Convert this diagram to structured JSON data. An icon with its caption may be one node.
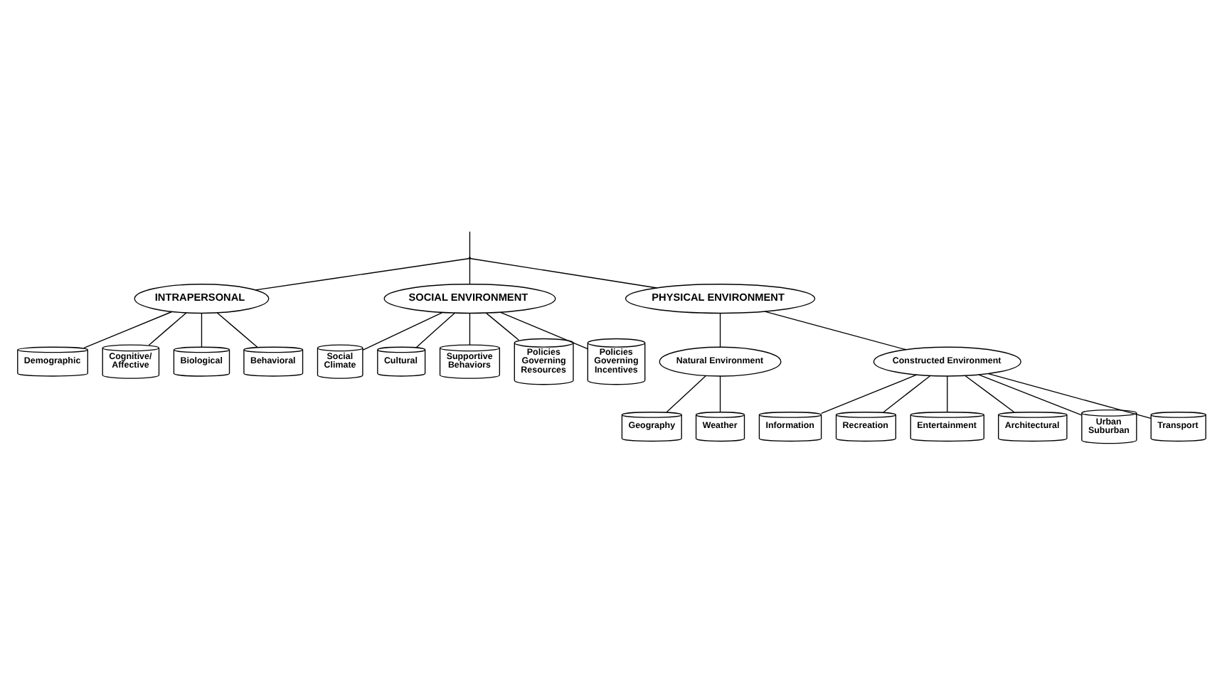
{
  "diagram": {
    "nodes": [
      {
        "text": [
          "INTRAPERSONAL"
        ]
      },
      {
        "text": [
          "SOCIAL ENVIRONMENT"
        ]
      },
      {
        "text": [
          "PHYSICAL ENVIRONMENT"
        ]
      },
      {
        "text": [
          "Demographic"
        ]
      },
      {
        "text": [
          "Cognitive/ Affective"
        ]
      },
      {
        "text": [
          "Biological"
        ]
      },
      {
        "text": [
          "Behavioral"
        ]
      },
      {
        "text": [
          "Social Climate"
        ]
      },
      {
        "text": [
          "Cultural"
        ]
      },
      {
        "text": [
          "Supportive Behaviors"
        ]
      },
      {
        "text": [
          "Policies Governing Resources"
        ]
      },
      {
        "text": [
          "Policies Governing Incentives"
        ]
      },
      {
        "text": [
          "Natural Environment"
        ]
      },
      {
        "text": [
          "Constructed Environment"
        ]
      },
      {
        "text": [
          "Geography"
        ]
      },
      {
        "text": [
          "Weather"
        ]
      },
      {
        "text": [
          "Information"
        ]
      },
      {
        "text": [
          "Recreation"
        ]
      },
      {
        "text": [
          "Entertainment"
        ]
      },
      {
        "text": [
          "Architectural"
        ]
      },
      {
        "text": [
          "Urban Suburban"
        ]
      },
      {
        "text": [
          "Transport"
        ]
      },
      {
        "text": [],
        "shape": "point"
      }
    ],
    "edges": [
      {
        "from": null,
        "to": 22,
        "arrow": "none"
      },
      {
        "from": 22,
        "to": 0,
        "arrow": "none"
      },
      {
        "from": 22,
        "to": 1,
        "arrow": "none"
      },
      {
        "from": 22,
        "to": 2,
        "arrow": "none"
      },
      {
        "from": 0,
        "to": 3,
        "arrow": "none"
      },
      {
        "from": 0,
        "to": 4,
        "arrow": "none"
      },
      {
        "from": 0,
        "to": 5,
        "arrow": "none"
      },
      {
        "from": 0,
        "to": 6,
        "arrow": "none"
      },
      {
        "from": 1,
        "to": 7,
        "arrow": "none"
      },
      {
        "from": 1,
        "to": 8,
        "arrow": "none"
      },
      {
        "from": 1,
        "to": 9,
        "arrow": "none"
      },
      {
        "from": 1,
        "to": 10,
        "arrow": "none"
      },
      {
        "from": 1,
        "to": 11,
        "arrow": "none"
      },
      {
        "from": 2,
        "to": 12,
        "arrow": "none"
      },
      {
        "from": 2,
        "to": 13,
        "arrow": "none"
      },
      {
        "from": 12,
        "to": 14,
        "arrow": "none"
      },
      {
        "from": 12,
        "to": 15,
        "arrow": "none"
      },
      {
        "from": 13,
        "to": 16,
        "arrow": "none"
      },
      {
        "from": 13,
        "to": 17,
        "arrow": "none"
      },
      {
        "from": 13,
        "to": 18,
        "arrow": "none"
      },
      {
        "from": 13,
        "to": 19,
        "arrow": "none"
      },
      {
        "from": 13,
        "to": 20,
        "arrow": "none"
      },
      {
        "from": 13,
        "to": 21,
        "arrow": "none"
      }
    ]
  }
}
